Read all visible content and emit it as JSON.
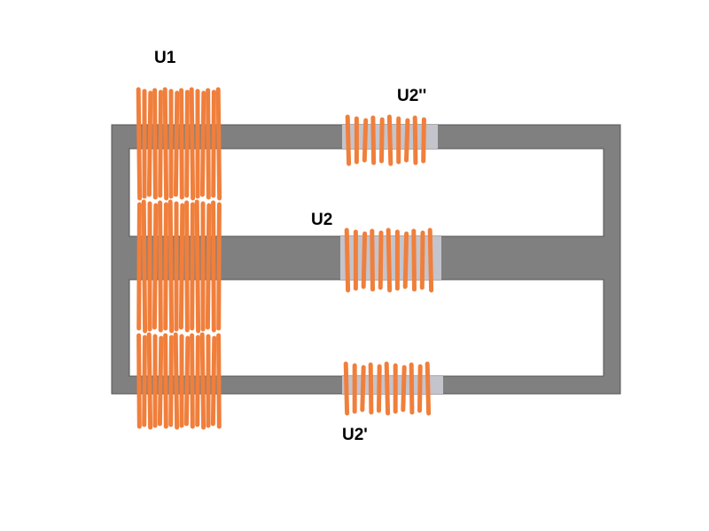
{
  "labels": {
    "u1": "U1",
    "u2": "U2",
    "u2_double_prime": "U2''",
    "u2_prime": "U2'"
  },
  "colors": {
    "core": "#808080",
    "core_gap": "#c4c4cc",
    "coil": "#f07f3c",
    "background": "#ffffff",
    "outline": "#555555"
  }
}
